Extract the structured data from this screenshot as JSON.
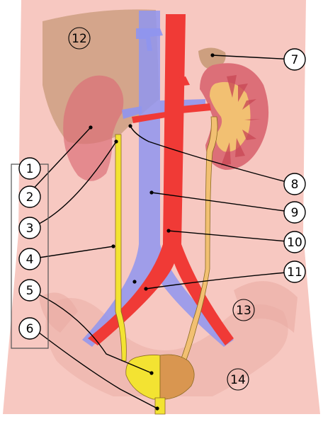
{
  "colors": {
    "body": "#f7c8c1",
    "body_shadow": "#e9aca4",
    "organ_brown": "#c89a78",
    "kidney": "#dc6f78",
    "kidney_inner": "#f2c072",
    "vein": "#8f95f0",
    "artery": "#f03a36",
    "ureter": "#f3e332",
    "bladder_left": "#f3e332",
    "bladder_right": "#d99650",
    "outline": "#000000"
  },
  "labels": {
    "l1": "1",
    "l2": "2",
    "l3": "3",
    "l4": "4",
    "l5": "5",
    "l6": "6",
    "l7": "7",
    "l8": "8",
    "l9": "9",
    "l10": "10",
    "l11": "11",
    "l12": "12",
    "l13": "13",
    "l14": "14"
  }
}
